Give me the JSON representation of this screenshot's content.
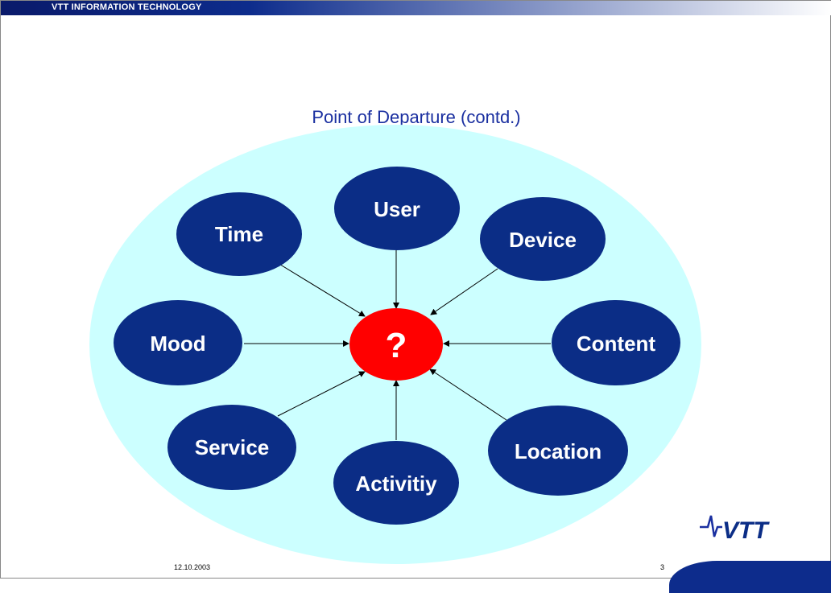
{
  "header": {
    "text": "VTT INFORMATION TECHNOLOGY"
  },
  "slide": {
    "title": "Point of Departure (contd.)"
  },
  "diagram": {
    "center": {
      "label": "?"
    },
    "nodes": [
      {
        "id": "user",
        "label": "User"
      },
      {
        "id": "time",
        "label": "Time"
      },
      {
        "id": "device",
        "label": "Device"
      },
      {
        "id": "mood",
        "label": "Mood"
      },
      {
        "id": "content",
        "label": "Content"
      },
      {
        "id": "service",
        "label": "Service"
      },
      {
        "id": "activity",
        "label": "Activitiy"
      },
      {
        "id": "location",
        "label": "Location"
      }
    ],
    "colors": {
      "outer": "#ccffff",
      "node": "#0b2d86",
      "center": "#ff0000",
      "text": "#ffffff"
    }
  },
  "footer": {
    "date": "12.10.2003",
    "page": "3"
  },
  "logo": {
    "text": "VTT",
    "icon": "vtt-pulse-logo"
  }
}
